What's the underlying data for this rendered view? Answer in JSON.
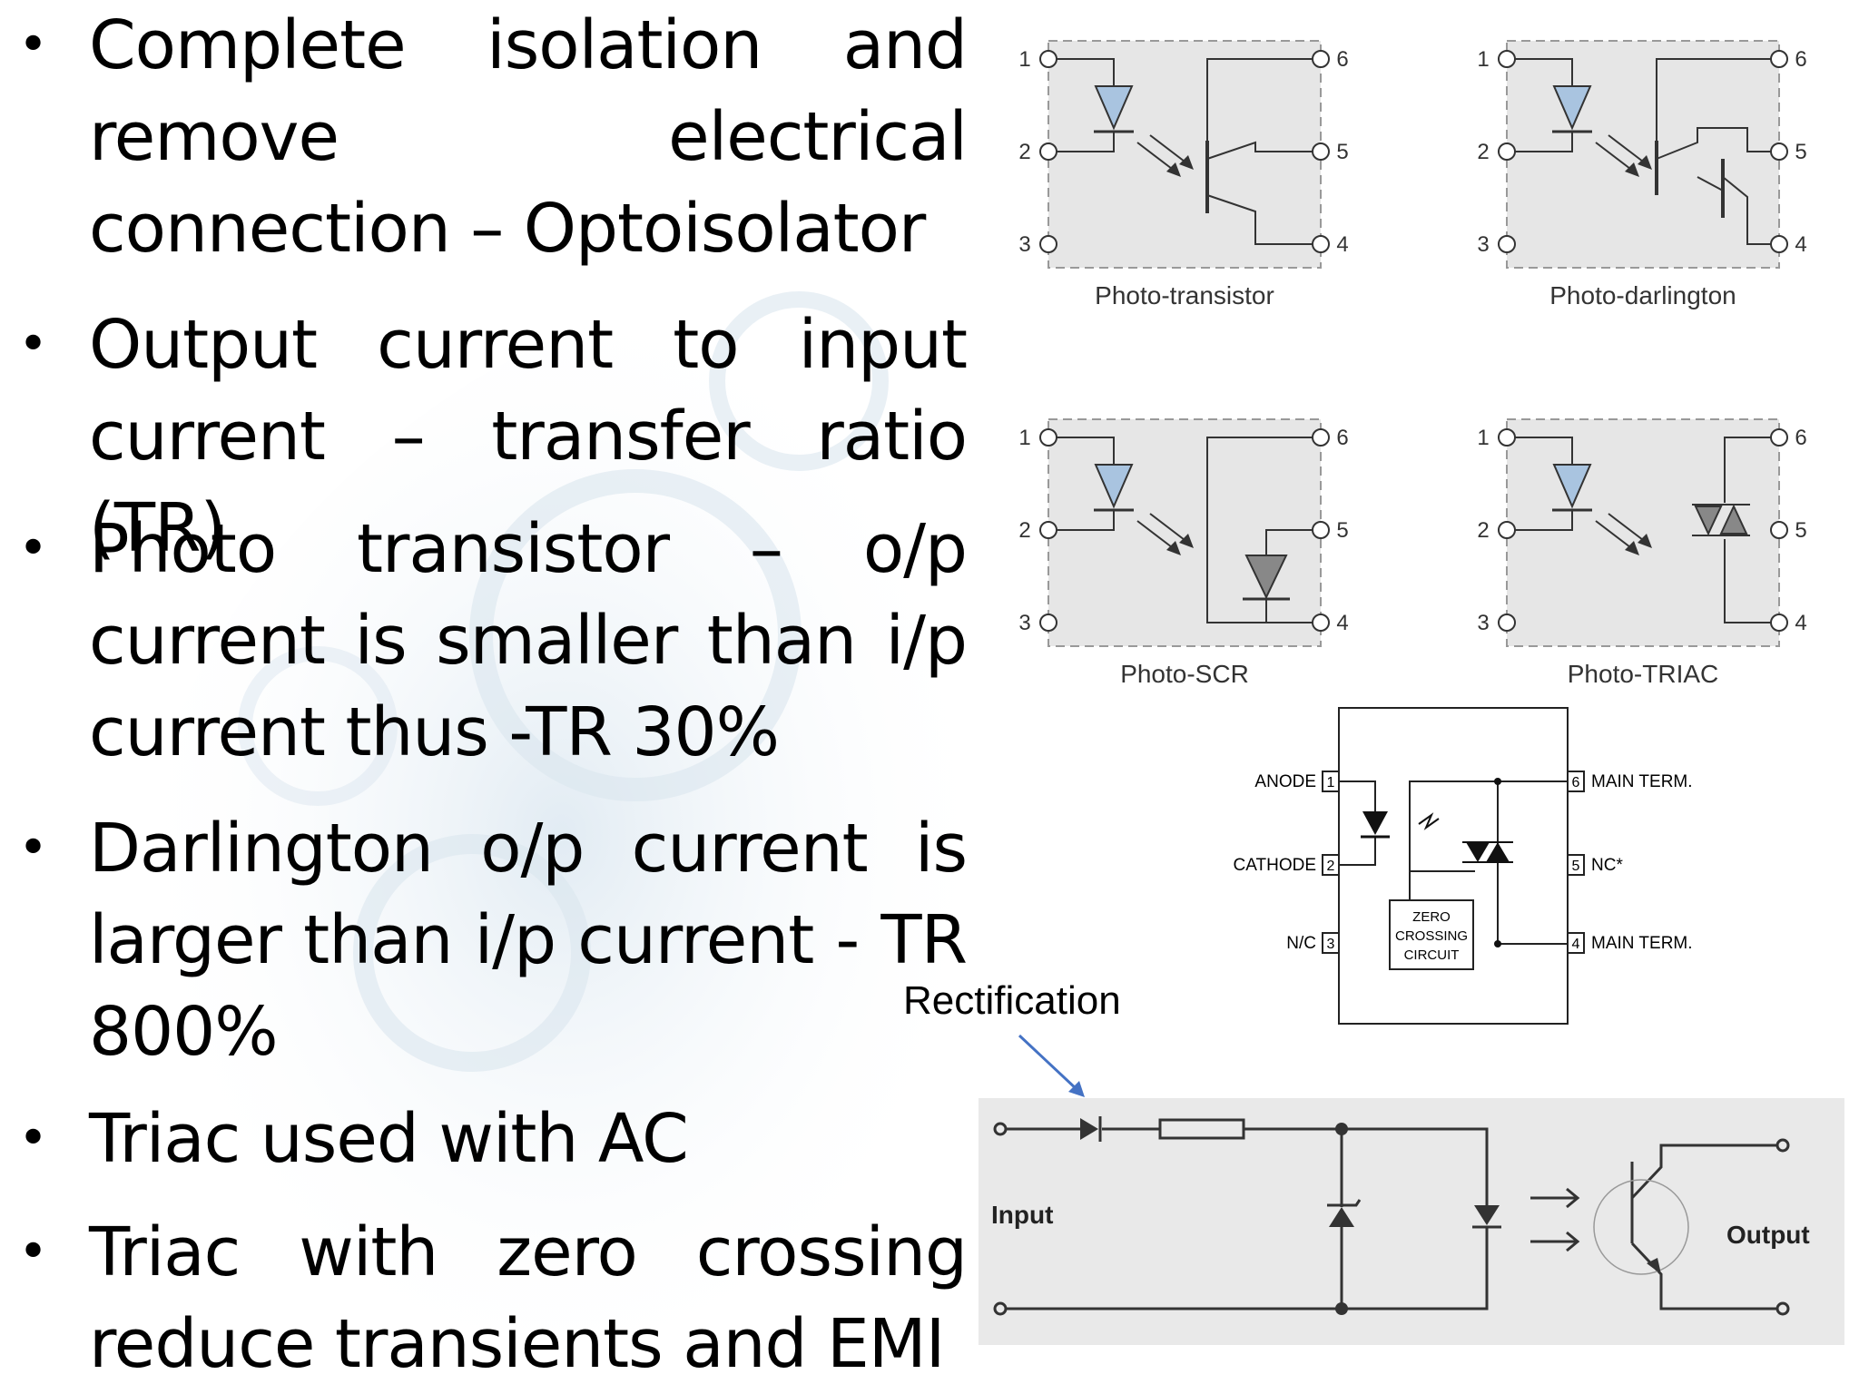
{
  "bullets": [
    "Complete isolation and remove electrical connection – Optoisolator",
    "Output current to input current – transfer ratio (TR)",
    "Photo transistor – o/p current is smaller than i/p current thus -TR 30%",
    "Darlington o/p current is larger than i/p current - TR 800%",
    "Triac used with AC",
    "Triac with zero crossing reduce transients and EMI"
  ],
  "opto_panels": [
    {
      "label": "Photo-transistor",
      "pins": [
        "1",
        "2",
        "3",
        "6",
        "5",
        "4"
      ]
    },
    {
      "label": "Photo-darlington",
      "pins": [
        "1",
        "2",
        "3",
        "6",
        "5",
        "4"
      ]
    },
    {
      "label": "Photo-SCR",
      "pins": [
        "1",
        "2",
        "3",
        "6",
        "5",
        "4"
      ]
    },
    {
      "label": "Photo-TRIAC",
      "pins": [
        "1",
        "2",
        "3",
        "6",
        "5",
        "4"
      ]
    }
  ],
  "zero_crossing": {
    "left_pins": [
      {
        "name": "ANODE",
        "num": "1"
      },
      {
        "name": "CATHODE",
        "num": "2"
      },
      {
        "name": "N/C",
        "num": "3"
      }
    ],
    "right_pins": [
      {
        "name": "MAIN TERM.",
        "num": "6"
      },
      {
        "name": "NC*",
        "num": "5"
      },
      {
        "name": "MAIN TERM.",
        "num": "4"
      }
    ],
    "box_lines": [
      "ZERO",
      "CROSSING",
      "CIRCUIT"
    ]
  },
  "rectification_label": "Rectification",
  "input_label": "Input",
  "output_label": "Output",
  "colors": {
    "diode_fill": "#a9c4e0",
    "panel_bg": "#e6e6e6",
    "scan_bg": "#e9e9e9",
    "arrow": "#4472c4"
  }
}
